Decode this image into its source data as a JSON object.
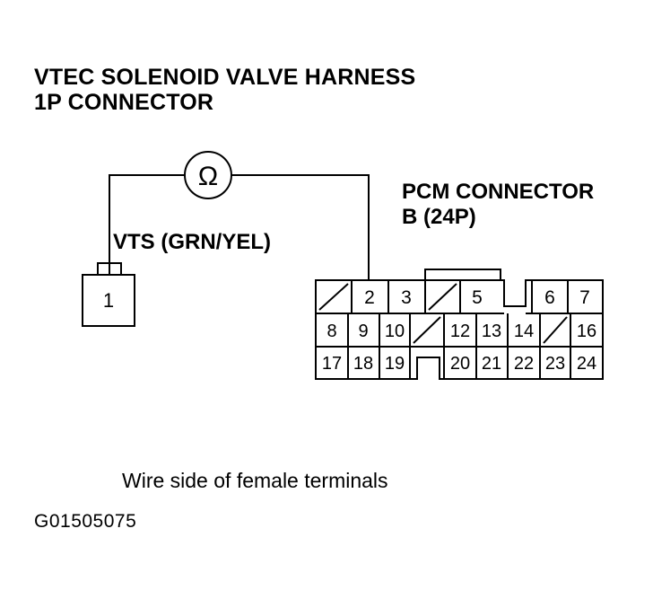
{
  "title": {
    "line1": "VTEC SOLENOID VALVE HARNESS",
    "line2": "1P CONNECTOR"
  },
  "pcm_connector": {
    "line1": "PCM CONNECTOR",
    "line2": "B (24P)",
    "cavities": [
      [
        "",
        "2",
        "3",
        "",
        "5",
        "",
        "6",
        "7"
      ],
      [
        "8",
        "9",
        "10",
        "",
        "12",
        "13",
        "14",
        "",
        "16"
      ],
      [
        "17",
        "18",
        "19",
        "",
        "20",
        "21",
        "22",
        "23",
        "24"
      ]
    ]
  },
  "vts_label": "VTS (GRN/YEL)",
  "one_p_connector": {
    "terminal": "1"
  },
  "meter_symbol": "Ω",
  "caption": "Wire side of female terminals",
  "figure_id": "G01505075"
}
